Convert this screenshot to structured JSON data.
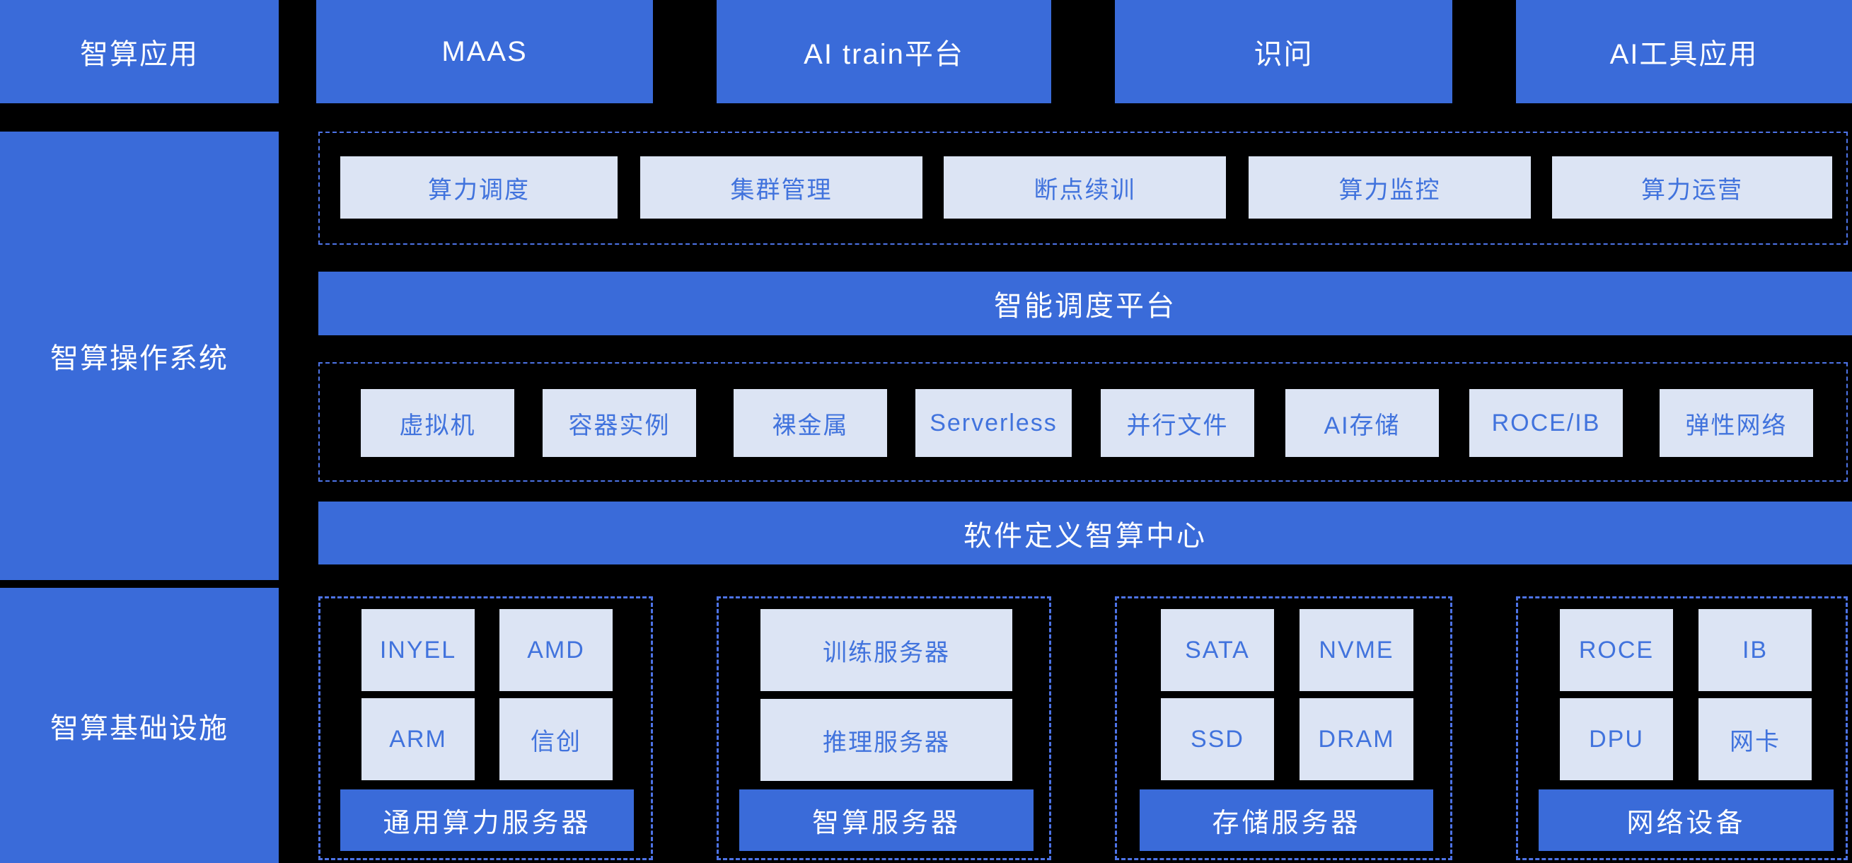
{
  "palette": {
    "background": "#000000",
    "blue": "#3A6BD9",
    "light_box": "#DCE4F4",
    "light_box_text": "#4173DD",
    "dashed_border": "#4D73E6",
    "white_text": "#FFFFFF"
  },
  "top_row": {
    "label": "智算应用",
    "apps": [
      {
        "label": "MAAS"
      },
      {
        "label": "AI train平台"
      },
      {
        "label": "识问"
      },
      {
        "label": "AI工具应用"
      }
    ]
  },
  "os_layer": {
    "label": "智算操作系统",
    "capability_row": [
      "算力调度",
      "集群管理",
      "断点续训",
      "算力监控",
      "算力运营"
    ],
    "scheduler_bar": "智能调度平台",
    "resource_row": [
      "虚拟机",
      "容器实例",
      "裸金属",
      "Serverless",
      "并行文件",
      "AI存储",
      "ROCE/IB",
      "弹性网络"
    ],
    "sddc_bar": "软件定义智算中心"
  },
  "infra_layer": {
    "label": "智算基础设施",
    "groups": [
      {
        "items": [
          "INYEL",
          "AMD",
          "ARM",
          "信创"
        ],
        "footer": "通用算力服务器"
      },
      {
        "items": [
          "训练服务器",
          "推理服务器"
        ],
        "footer": "智算服务器"
      },
      {
        "items": [
          "SATA",
          "NVME",
          "SSD",
          "DRAM"
        ],
        "footer": "存储服务器"
      },
      {
        "items": [
          "ROCE",
          "IB",
          "DPU",
          "网卡"
        ],
        "footer": "网络设备"
      }
    ]
  }
}
